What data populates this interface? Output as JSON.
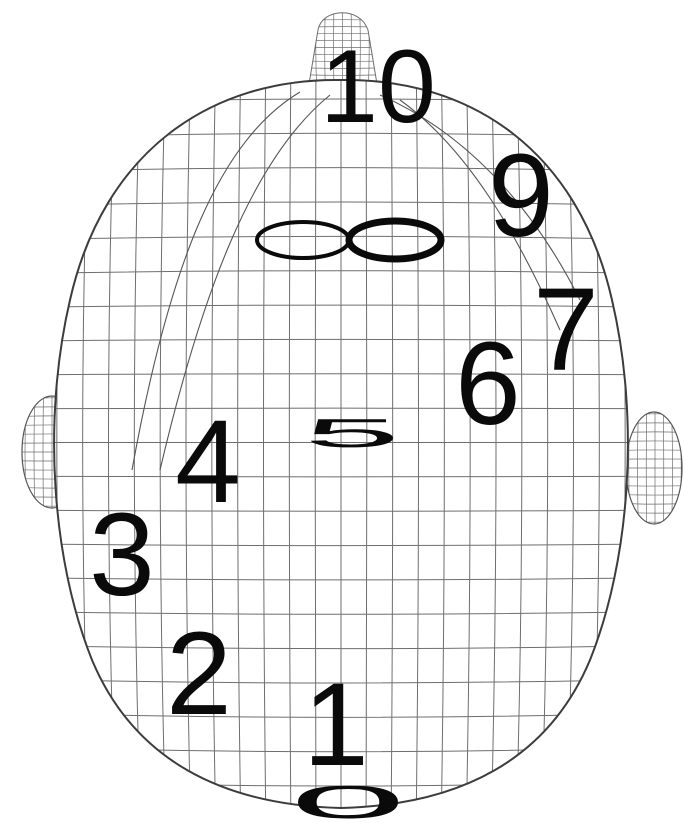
{
  "diagram": {
    "subject": "wireframe-head-top-view",
    "colors": {
      "mesh": "#6e6e6e",
      "outline": "#3c3c3c",
      "label": "#0a0a0a",
      "background": "#ffffff"
    },
    "labels": [
      {
        "id": "0",
        "text": "0"
      },
      {
        "id": "1",
        "text": "1"
      },
      {
        "id": "2",
        "text": "2"
      },
      {
        "id": "3",
        "text": "3"
      },
      {
        "id": "4",
        "text": "4"
      },
      {
        "id": "5",
        "text": "5"
      },
      {
        "id": "6",
        "text": "6"
      },
      {
        "id": "7",
        "text": "7"
      },
      {
        "id": "8",
        "text": "8"
      },
      {
        "id": "9",
        "text": "9"
      },
      {
        "id": "10",
        "text": "10"
      }
    ]
  }
}
